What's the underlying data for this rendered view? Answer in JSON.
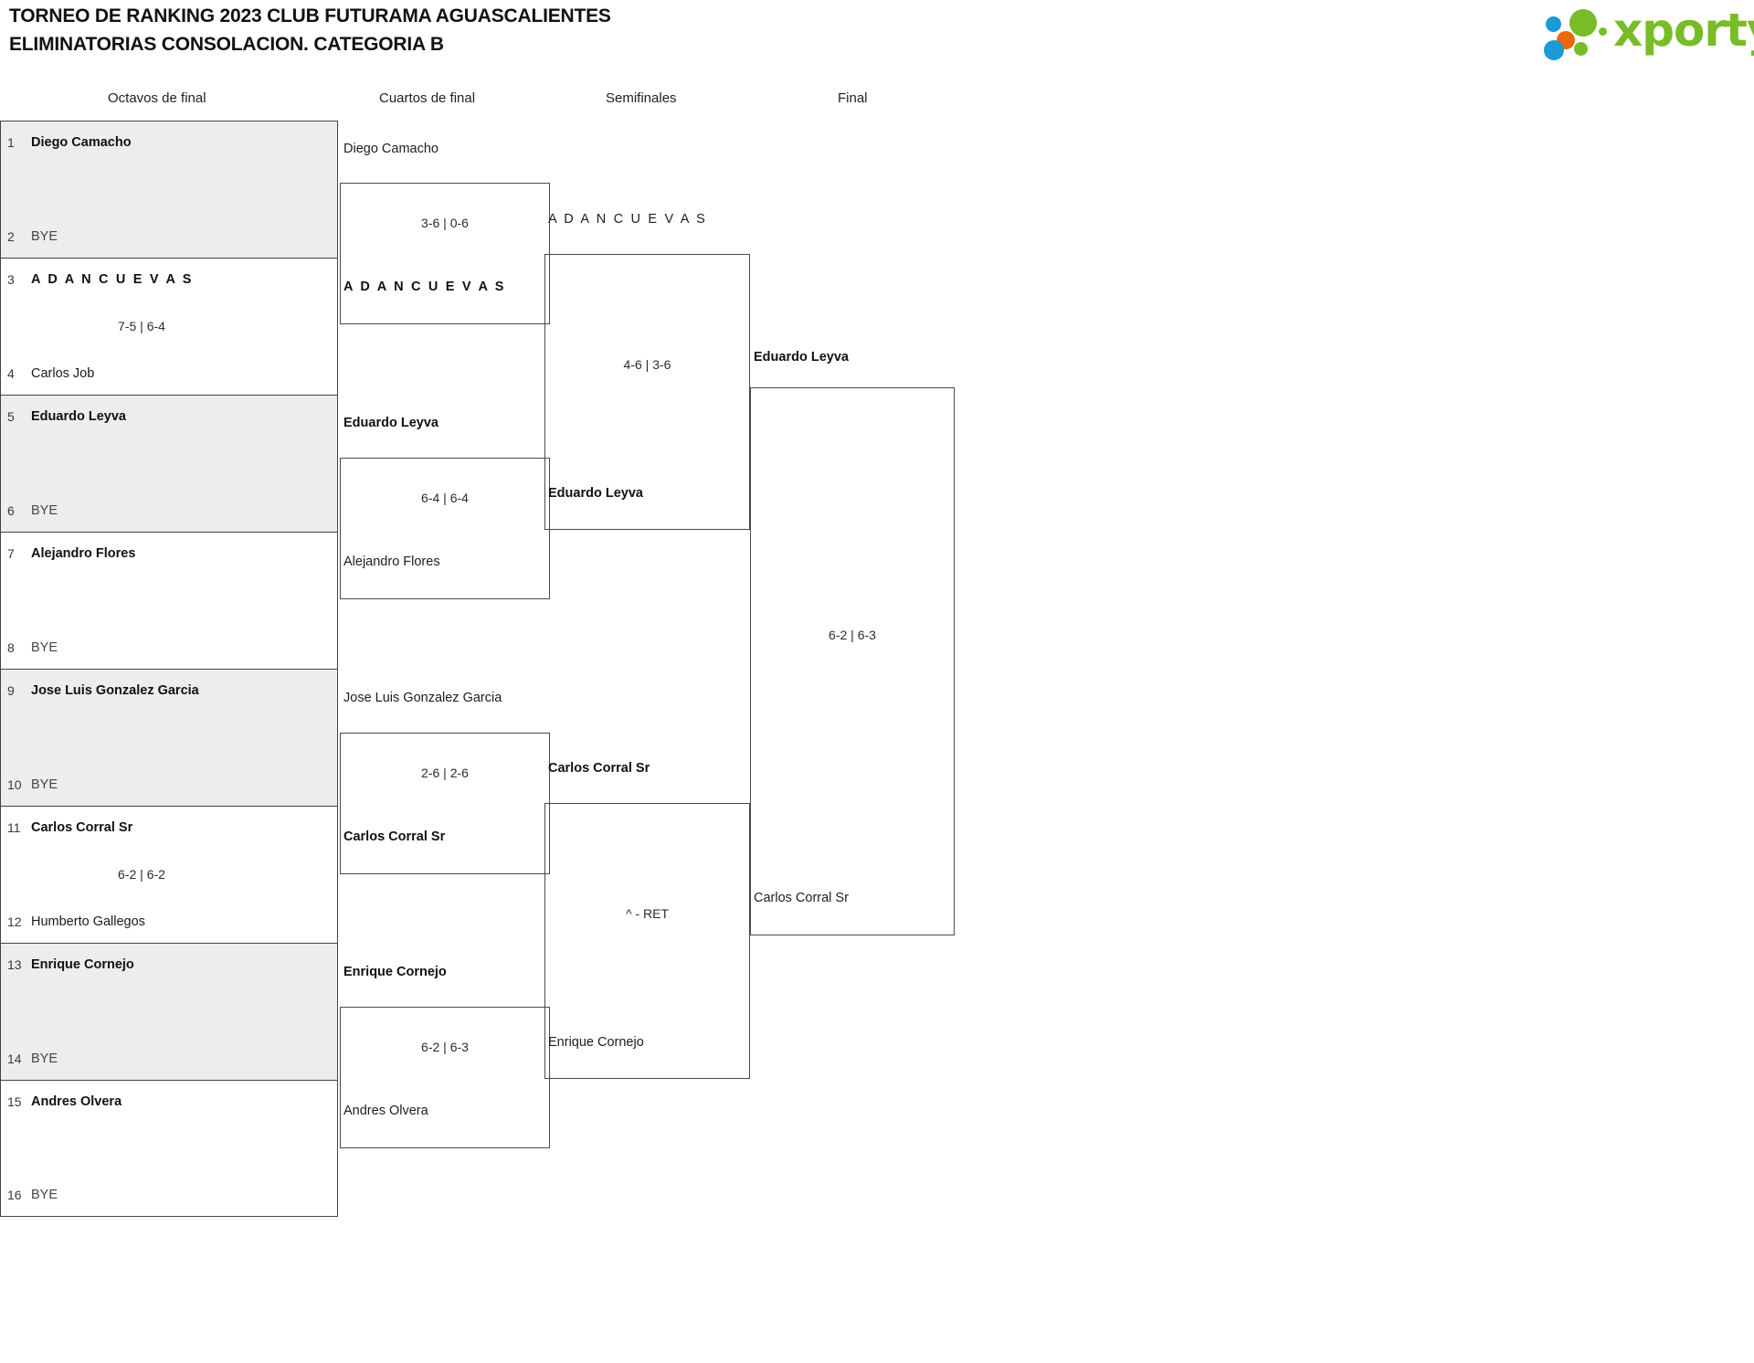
{
  "header": {
    "title": "TORNEO DE RANKING 2023 CLUB FUTURAMA AGUASCALIENTES\nELIMINATORIAS CONSOLACION. CATEGORIA B",
    "logo_text": "xporty",
    "logo_colors": {
      "green": "#78bc27",
      "blue": "#1b9ad6",
      "orange": "#e8690b"
    }
  },
  "rounds": [
    {
      "label": "Octavos de final"
    },
    {
      "label": "Cuartos de final"
    },
    {
      "label": "Semifinales"
    },
    {
      "label": "Final"
    }
  ],
  "round1": {
    "matches": [
      {
        "score": "",
        "players": [
          {
            "seed": "1",
            "name": "Diego Camacho",
            "winner": true,
            "bye": false
          },
          {
            "seed": "2",
            "name": "BYE",
            "winner": false,
            "bye": true
          }
        ]
      },
      {
        "score": "7-5 | 6-4",
        "players": [
          {
            "seed": "3",
            "name": "A D A N C U E V A S",
            "winner": true,
            "bye": false
          },
          {
            "seed": "4",
            "name": "Carlos Job",
            "winner": false,
            "bye": false
          }
        ]
      },
      {
        "score": "",
        "players": [
          {
            "seed": "5",
            "name": "Eduardo Leyva",
            "winner": true,
            "bye": false
          },
          {
            "seed": "6",
            "name": "BYE",
            "winner": false,
            "bye": true
          }
        ]
      },
      {
        "score": "",
        "players": [
          {
            "seed": "7",
            "name": "Alejandro Flores",
            "winner": true,
            "bye": false
          },
          {
            "seed": "8",
            "name": "BYE",
            "winner": false,
            "bye": true
          }
        ]
      },
      {
        "score": "",
        "players": [
          {
            "seed": "9",
            "name": "Jose Luis Gonzalez Garcia",
            "winner": true,
            "bye": false
          },
          {
            "seed": "10",
            "name": "BYE",
            "winner": false,
            "bye": true
          }
        ]
      },
      {
        "score": "6-2 | 6-2",
        "players": [
          {
            "seed": "11",
            "name": "Carlos Corral Sr",
            "winner": true,
            "bye": false
          },
          {
            "seed": "12",
            "name": "Humberto Gallegos",
            "winner": false,
            "bye": false
          }
        ]
      },
      {
        "score": "",
        "players": [
          {
            "seed": "13",
            "name": "Enrique Cornejo",
            "winner": true,
            "bye": false
          },
          {
            "seed": "14",
            "name": "BYE",
            "winner": false,
            "bye": true
          }
        ]
      },
      {
        "score": "",
        "players": [
          {
            "seed": "15",
            "name": "Andres Olvera",
            "winner": true,
            "bye": false
          },
          {
            "seed": "16",
            "name": "BYE",
            "winner": false,
            "bye": true
          }
        ]
      }
    ]
  },
  "round2": {
    "matches": [
      {
        "score": "3-6 | 0-6",
        "top": {
          "name": "Diego Camacho",
          "winner": false
        },
        "bottom": {
          "name": "A D A N C U E V A S",
          "winner": true
        }
      },
      {
        "score": "6-4 | 6-4",
        "top": {
          "name": "Eduardo Leyva",
          "winner": true
        },
        "bottom": {
          "name": "Alejandro Flores",
          "winner": false
        }
      },
      {
        "score": "2-6 | 2-6",
        "top": {
          "name": "Jose Luis Gonzalez Garcia",
          "winner": false
        },
        "bottom": {
          "name": "Carlos Corral Sr",
          "winner": true
        }
      },
      {
        "score": "6-2 | 6-3",
        "top": {
          "name": "Enrique Cornejo",
          "winner": true
        },
        "bottom": {
          "name": "Andres Olvera",
          "winner": false
        }
      }
    ]
  },
  "round3": {
    "matches": [
      {
        "score": "4-6 | 3-6",
        "top": {
          "name": "A D A N C U E V A S",
          "winner": false
        },
        "bottom": {
          "name": "Eduardo Leyva",
          "winner": true
        }
      },
      {
        "score": "^ - RET",
        "top": {
          "name": "Carlos Corral Sr",
          "winner": true
        },
        "bottom": {
          "name": "Enrique Cornejo",
          "winner": false
        }
      }
    ]
  },
  "round4": {
    "matches": [
      {
        "score": "6-2 | 6-3",
        "top": {
          "name": "Eduardo Leyva",
          "winner": true
        },
        "bottom": {
          "name": "Carlos Corral Sr",
          "winner": false
        }
      }
    ]
  }
}
